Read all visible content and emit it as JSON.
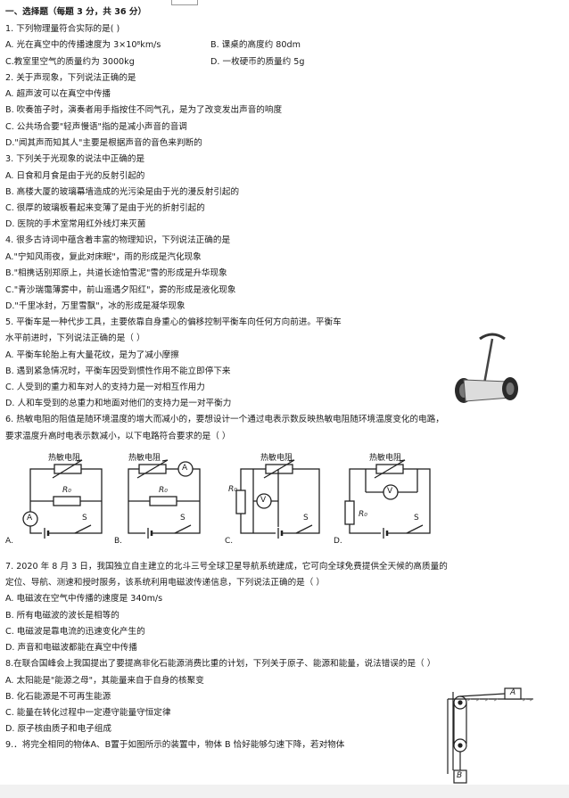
{
  "section_header": "一、选择题（每题 3 分，共 36 分）",
  "questions": [
    {
      "stem": "1.  下列物理量符合实际的是(     )",
      "options": [
        "A. 光在真空中的传播速度为 3×10⁸km/s",
        "B. 课桌的高度约 80dm",
        "C.教室里空气的质量约为 3000kg",
        "D. 一枚硬币的质量约 5g"
      ]
    },
    {
      "stem": "2. 关于声现象，下列说法正确的是",
      "options": [
        "A. 超声波可以在真空中传播",
        "B. 吹奏笛子时，演奏者用手指按住不同气孔，是为了改变发出声音的响度",
        "C. 公共场合要\"轻声慢语\"指的是减小声音的音调",
        "D.\"闻其声而知其人\"主要是根据声音的音色来判断的"
      ]
    },
    {
      "stem": "3. 下列关于光现象的说法中正确的是",
      "options": [
        "A. 日食和月食是由于光的反射引起的",
        "B. 高楼大厦的玻璃幕墙造成的光污染是由于光的漫反射引起的",
        "C. 很厚的玻璃板看起来变薄了是由于光的折射引起的",
        "D. 医院的手术室常用红外线灯来灭菌"
      ]
    },
    {
      "stem": "4. 很多古诗词中蕴含着丰富的物理知识，下列说法正确的是",
      "options": [
        "A.\"宁知风雨夜，复此对床眠\"，雨的形成是汽化现象",
        "B.\"相携话别郑原上，共道长途怕雪泥\"雪的形成是升华现象",
        "C.\"青沙瑞霭薄雾中，前山遥遇夕阳红\"，雾的形成是液化现象",
        "D.\"千里冰封，万里雪飘\"，冰的形成是凝华现象"
      ]
    },
    {
      "stem_lines": [
        "5. 平衡车是一种代步工具，主要依靠自身重心的偏移控制平衡车向任何方向前进。平衡车",
        "水平前进时，下列说法正确的是（        ）"
      ],
      "options": [
        "A. 平衡车轮胎上有大量花纹，是为了减小摩擦",
        "B. 遇到紧急情况时，平衡车因受到惯性作用不能立即停下来",
        "C. 人受到的重力和车对人的支持力是一对相互作用力",
        "D. 人和车受到的总重力和地面对他们的支持力是一对平衡力"
      ]
    },
    {
      "stem_lines": [
        "6. 热敏电阻的阻值是随环境温度的增大而减小的，要想设计一个通过电表示数反映热敏电阻随环境温度变化的电路，",
        "要求温度升高时电表示数减小，以下电路符合要求的是（         ）"
      ],
      "circuits": [
        {
          "title": "热敏电阻",
          "r0": "R₀",
          "meter": "A",
          "switch": "S",
          "letter": "A."
        },
        {
          "title": "热敏电阻",
          "r0": "R₀",
          "meter": "A",
          "switch": "S",
          "letter": "B."
        },
        {
          "title": "热敏电阻",
          "r0": "R₀",
          "meter": "V",
          "switch": "S",
          "letter": "C."
        },
        {
          "title": "热敏电阻",
          "r0": "R₀",
          "meter": "V",
          "switch": "S",
          "letter": "D."
        }
      ]
    },
    {
      "stem_lines": [
        "7. 2020 年 8 月 3 日，我国独立自主建立的北斗三号全球卫星导航系统建成，它可向全球免费提供全天候的高质量的",
        "定位、导航、测速和授时服务，该系统利用电磁波传递信息，下列说法正确的是（       ）"
      ],
      "options": [
        "A. 电磁波在空气中传播的速度是 340m/s",
        "B. 所有电磁波的波长是相等的",
        "C. 电磁波是靠电流的迅速变化产生的",
        "D. 声音和电磁波都能在真空中传播"
      ]
    },
    {
      "stem": "8.在联合国峰会上我国提出了要提高非化石能源消费比重的计划，下列关于原子、能源和能量，说法错误的是（       ）",
      "options": [
        "A. 太阳能是\"能源之母\"，其能量来自于自身的核聚变",
        "B. 化石能源是不可再生能源",
        "C. 能量在转化过程中一定遵守能量守恒定律",
        "D. 原子核由质子和电子组成"
      ]
    },
    {
      "stem": "9.．将完全相同的物体A、B置于如图所示的装置中，物体 B 恰好能够匀速下降，若对物体"
    }
  ],
  "figure_labels": {
    "block_a": "A",
    "block_b": "B"
  }
}
